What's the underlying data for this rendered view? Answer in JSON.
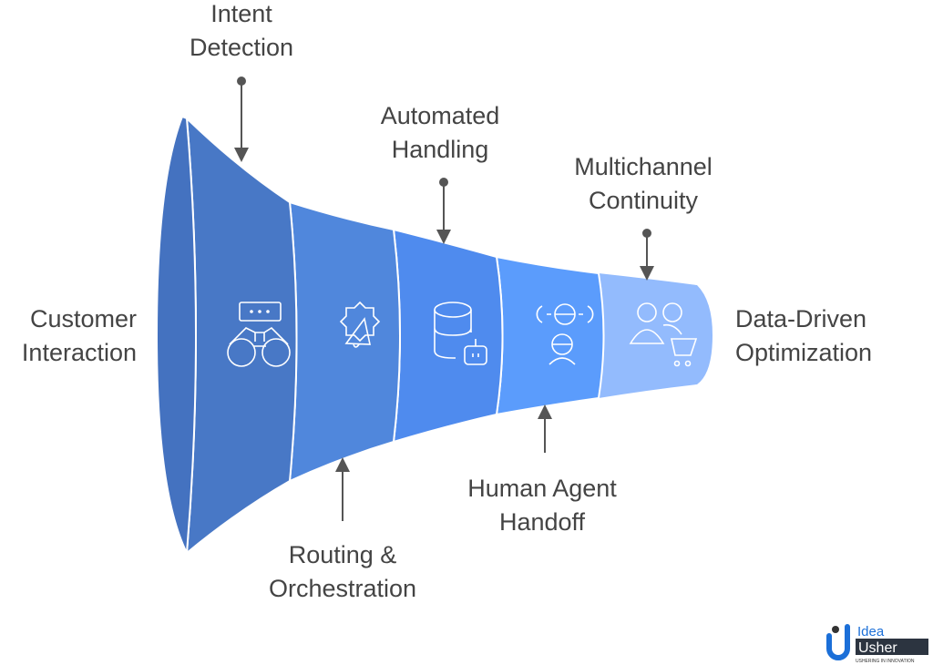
{
  "stages": [
    {
      "label_1": "Customer",
      "label_2": "Interaction",
      "icon": "binoculars-chat-icon",
      "color": "#4878c6"
    },
    {
      "label_1": "Intent",
      "label_2": "Detection",
      "icon": "gear-megaphone-icon",
      "color": "#4f85dc"
    },
    {
      "label_1": "Routing &",
      "label_2": "Orchestration",
      "icon": "database-bot-icon",
      "color": "#4f8bee"
    },
    {
      "label_1": "Automated",
      "label_2": "Handling",
      "icon": "team-network-icon",
      "color": "#5b9cfc"
    },
    {
      "label_1": "Human Agent",
      "label_2": "Handoff",
      "icon": "users-cart-icon",
      "color": "#93bbfd"
    },
    {
      "label_1": "Multichannel",
      "label_2": "Continuity"
    },
    {
      "label_1": "Data-Driven",
      "label_2": "Optimization"
    }
  ],
  "logo": {
    "text_1": "Idea",
    "text_2": "Usher",
    "tagline": "USHERING IN INNOVATION",
    "color": "#1b6fd8"
  }
}
